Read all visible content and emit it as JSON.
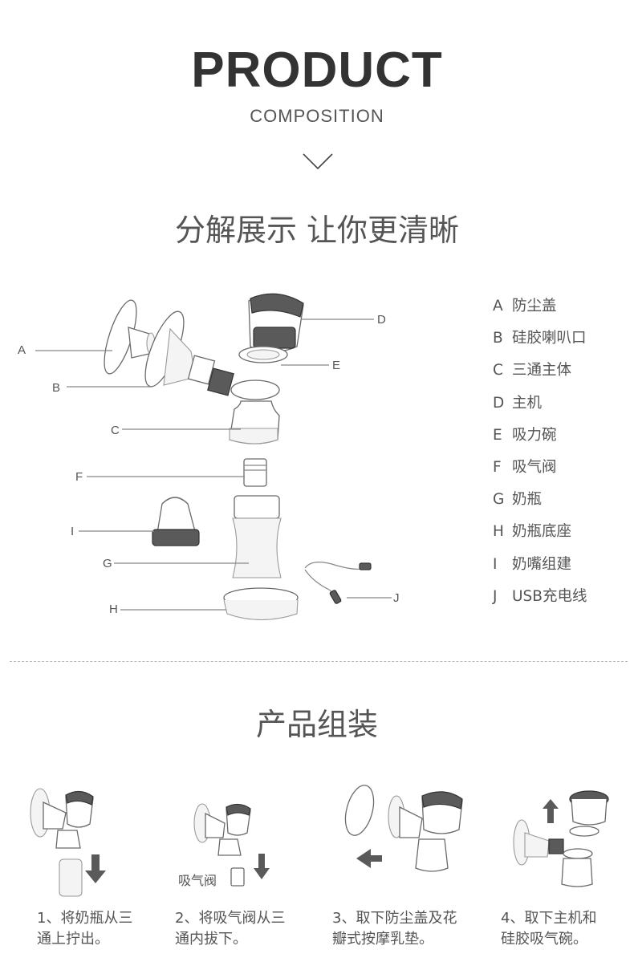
{
  "header": {
    "title": "PRODUCT",
    "subtitle": "COMPOSITION"
  },
  "section1": {
    "heading": "分解展示 让你更清晰",
    "diagram_labels": [
      "A",
      "B",
      "C",
      "D",
      "E",
      "F",
      "G",
      "H",
      "I",
      "J"
    ],
    "legend": [
      {
        "key": "A",
        "name": "防尘盖"
      },
      {
        "key": "B",
        "name": "硅胶喇叭口"
      },
      {
        "key": "C",
        "name": "三通主体"
      },
      {
        "key": "D",
        "name": "主机"
      },
      {
        "key": "E",
        "name": "吸力碗"
      },
      {
        "key": "F",
        "name": "吸气阀"
      },
      {
        "key": "G",
        "name": "奶瓶"
      },
      {
        "key": "H",
        "name": "奶瓶底座"
      },
      {
        "key": "I",
        "name": "奶嘴组建"
      },
      {
        "key": "J",
        "name": "USB充电线"
      }
    ]
  },
  "section2": {
    "heading": "产品组装",
    "step2_tag": "吸气阀",
    "steps": [
      {
        "line1": "1、将奶瓶从三",
        "line2": "通上拧出。"
      },
      {
        "line1": "2、将吸气阀从三",
        "line2": "通内拔下。"
      },
      {
        "line1": "3、取下防尘盖及花",
        "line2": "瓣式按摩乳垫。"
      },
      {
        "line1": "4、取下主机和",
        "line2": "硅胶吸气碗。"
      }
    ]
  }
}
